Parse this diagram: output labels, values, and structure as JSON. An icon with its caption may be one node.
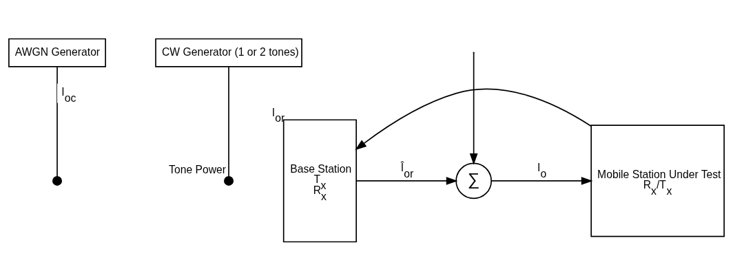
{
  "diagram": {
    "nodes": [
      {
        "text": [
          "AWGN Generator"
        ]
      },
      {
        "text": [
          "CW Generator (1 or 2 tones)"
        ]
      },
      {
        "text": [],
        "shape": "circle"
      },
      {
        "text": [],
        "shape": "circle",
        "beside": [
          "Tone Power"
        ]
      },
      {
        "text": [
          "Base Station",
          "T$_{x}$",
          "R$_{x}$"
        ],
        "beside": [
          "I$_{or}$"
        ]
      },
      {
        "text": [
          "∑"
        ]
      },
      {
        "text": [
          "Mobile Station Under Test",
          "R$_{x}$/T$_{x}$"
        ]
      }
    ],
    "edges": [
      {
        "from": 0,
        "to": 2,
        "arrow": "none",
        "label": "I$_{oc}$"
      },
      {
        "from": 1,
        "to": 3,
        "arrow": "none"
      },
      {
        "from": null,
        "to": 5,
        "arrow": "to"
      },
      {
        "from": 4,
        "to": 5,
        "arrow": "to",
        "label": "Î$_{or}$"
      },
      {
        "from": 5,
        "to": 6,
        "arrow": "to",
        "label": "I$_{o}$"
      },
      {
        "from": 6,
        "to": 4,
        "arrow": "to"
      }
    ]
  }
}
